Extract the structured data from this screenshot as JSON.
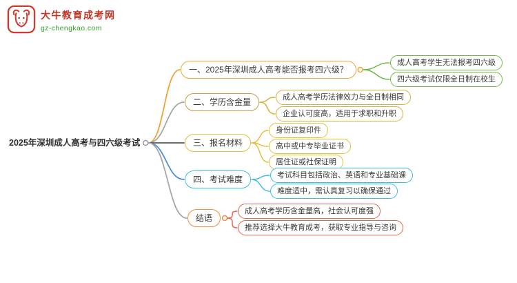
{
  "theme": {
    "background": "#ffffff",
    "text": "#3a3a3a",
    "root_ring": "#9a9a9a"
  },
  "logo": {
    "brand": "大牛教育成考网",
    "domain": "gz-chengkao.com",
    "brand_color": "#c43527",
    "domain_color": "#33a02c"
  },
  "root": {
    "label": "2025年深圳成人高考与四六级考试"
  },
  "branches": [
    {
      "label": "一、2025年深圳成人高考能否报考四六级？",
      "color": "#f1a23b",
      "line_color": "#f1a23b",
      "children": [
        {
          "label": "成人高考学生无法报考四六级",
          "color": "#6fb944"
        },
        {
          "label": "四六级考试仅限全日制在校生",
          "color": "#6fb944"
        }
      ]
    },
    {
      "label": "二、学历含金量",
      "color": "#c6a046",
      "line_color": "#a6a6a6",
      "children": [
        {
          "label": "成人高考学历法律效力与全日制相同",
          "color": "#d6b13a"
        },
        {
          "label": "企业认可度高，适用于求职和升职",
          "color": "#d6b13a"
        }
      ]
    },
    {
      "label": "三、报名材料",
      "color": "#e3c13c",
      "line_color": "#555555",
      "children": [
        {
          "label": "身份证复印件",
          "color": "#e3c13c"
        },
        {
          "label": "高中或中专毕业证书",
          "color": "#e3c13c"
        },
        {
          "label": "居住证或社保证明",
          "color": "#e3c13c"
        }
      ]
    },
    {
      "label": "四、考试难度",
      "color": "#3bbfdc",
      "line_color": "#4e8fd5",
      "children": [
        {
          "label": "考试科目包括政治、英语和专业基础课",
          "color": "#3bbfdc"
        },
        {
          "label": "难度适中，需认真复习以确保通过",
          "color": "#3bbfdc"
        }
      ]
    },
    {
      "label": "结语",
      "color": "#ef8e3e",
      "line_color": "#a6a6a6",
      "children": [
        {
          "label": "成人高考学历含金量高，社会认可度强",
          "color": "#e5654e"
        },
        {
          "label": "推荐选择大牛教育成考，获取专业指导与咨询",
          "color": "#e5654e"
        }
      ]
    }
  ]
}
